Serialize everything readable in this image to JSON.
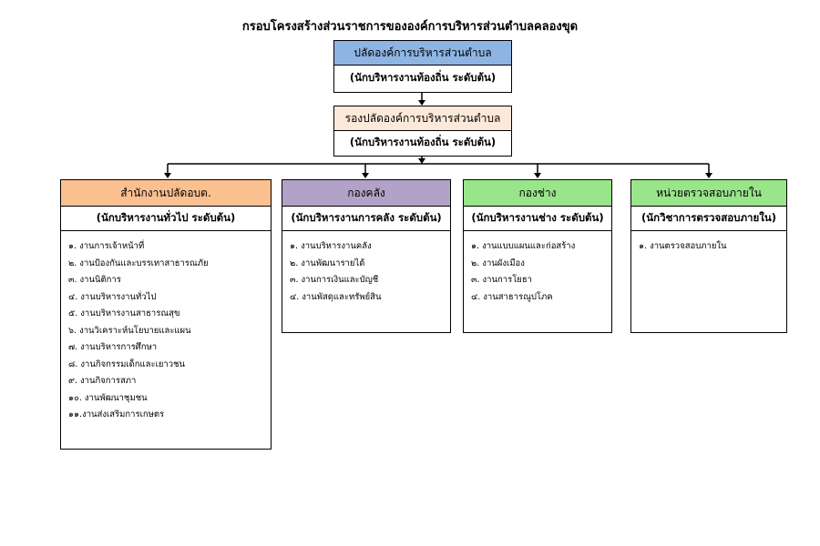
{
  "title": "กรอบโครงสร้างส่วนราชการขององค์การบริหารส่วนตำบลคลองขุด",
  "colors": {
    "chief": "#8eb4e3",
    "deputy": "#fde9d9",
    "office": "#fac090",
    "finance": "#b3a2c7",
    "engineering": "#99e58a",
    "audit": "#99e58a"
  },
  "chief": {
    "title": "ปลัดองค์การบริหารส่วนตำบล",
    "level": "(นักบริหารงานท้องถิ่น ระดับต้น)"
  },
  "deputy": {
    "title": "รองปลัดองค์การบริหารส่วนตำบล",
    "level": "(นักบริหารงานท้องถิ่น ระดับต้น)"
  },
  "departments": [
    {
      "title": "สำนักงานปลัดอบต.",
      "level": "(นักบริหารงานทั่วไป ระดับต้น)",
      "items": [
        "๑. งานการเจ้าหน้าที่",
        "๒. งานป้องกันและบรรเทาสาธารณภัย",
        "๓. งานนิติการ",
        "๔. งานบริหารงานทั่วไป",
        "๕. งานบริหารงานสาธารณสุข",
        "๖. งานวิเคราะห์นโยบายและแผน",
        "๗. งานบริหารการศึกษา",
        "๘. งานกิจกรรมเด็กและเยาวชน",
        "๙. งานกิจการสภา",
        "๑๐. งานพัฒนาชุมชน",
        "๑๑.งานส่งเสริมการเกษตร"
      ]
    },
    {
      "title": "กองคลัง",
      "level": "(นักบริหารงานการคลัง ระดับต้น)",
      "items": [
        "๑. งานบริหารงานคลัง",
        "๒. งานพัฒนารายได้",
        "๓. งานการเงินและบัญชี",
        "๔. งานพัสดุและทรัพย์สิน"
      ]
    },
    {
      "title": "กองช่าง",
      "level": "(นักบริหารงานช่าง ระดับต้น)",
      "items": [
        "๑. งานแบบแผนและก่อสร้าง",
        "๒. งานผังเมือง",
        "๓. งานการโยธา",
        "๔. งานสาธารณูปโภค"
      ]
    },
    {
      "title": "หน่วยตรวจสอบภายใน",
      "level": "(นักวิชาการตรวจสอบภายใน)",
      "items": [
        "๑. งานตรวจสอบภายใน"
      ]
    }
  ]
}
